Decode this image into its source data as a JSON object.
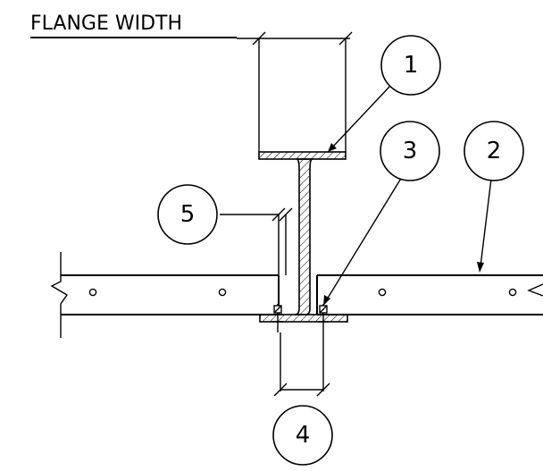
{
  "title": "FLANGE WIDTH",
  "balloons": {
    "b1": "1",
    "b2": "2",
    "b3": "3",
    "b4": "4",
    "b5": "5"
  }
}
